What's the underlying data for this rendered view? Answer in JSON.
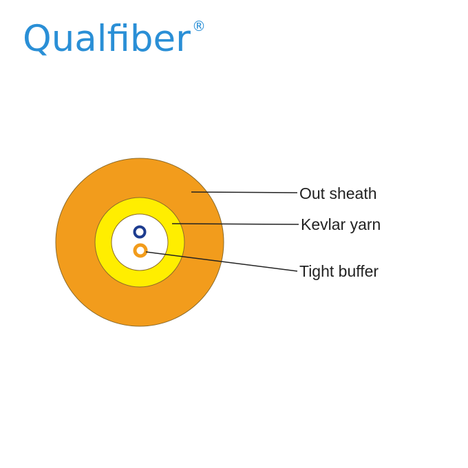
{
  "logo": {
    "text": "Qualfiber",
    "registered": "®"
  },
  "labels": {
    "out_sheath": "Out sheath",
    "kevlar_yarn": "Kevlar yarn",
    "tight_buffer": "Tight buffer"
  },
  "colors": {
    "brand": "#2a8fd6",
    "out_sheath": "#f29c1c",
    "kevlar_yarn": "#ffee00",
    "tight_buffer_orange": "#f29c1c",
    "tight_buffer_blue": "#1d3c8f",
    "core": "#ffffff",
    "leader_line": "#222222"
  }
}
